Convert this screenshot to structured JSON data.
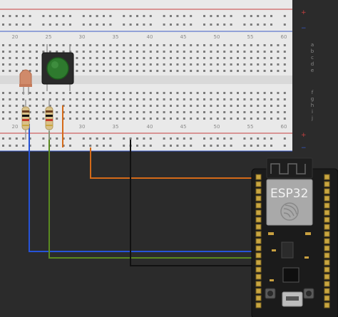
{
  "breadboard": {
    "top_numbers": [
      "20",
      "25",
      "30",
      "35",
      "40",
      "45",
      "50",
      "55",
      "60"
    ],
    "bottom_numbers": [
      "20",
      "25",
      "30",
      "35",
      "40",
      "45",
      "50",
      "55",
      "60"
    ],
    "row_letters_top": [
      "a",
      "b",
      "c",
      "d",
      "e"
    ],
    "row_letters_bottom": [
      "f",
      "g",
      "h",
      "i",
      "j"
    ],
    "rail_plus": "+",
    "rail_minus": "−"
  },
  "board": {
    "chip_label": "ESP32"
  },
  "colors": {
    "workspace": "#2b2b2b",
    "breadboard": "#e9e9e9",
    "wire_orange": "#d56a18",
    "wire_blue": "#2653d8",
    "wire_green": "#5a8a20",
    "wire_black": "#111111",
    "led": "#d08a6a",
    "button_cap": "#2e7a2e"
  },
  "components": {
    "led": "led-icon",
    "resistor": "resistor-icon",
    "pushbutton": "pushbutton-icon",
    "usb": "usb-port-icon"
  }
}
